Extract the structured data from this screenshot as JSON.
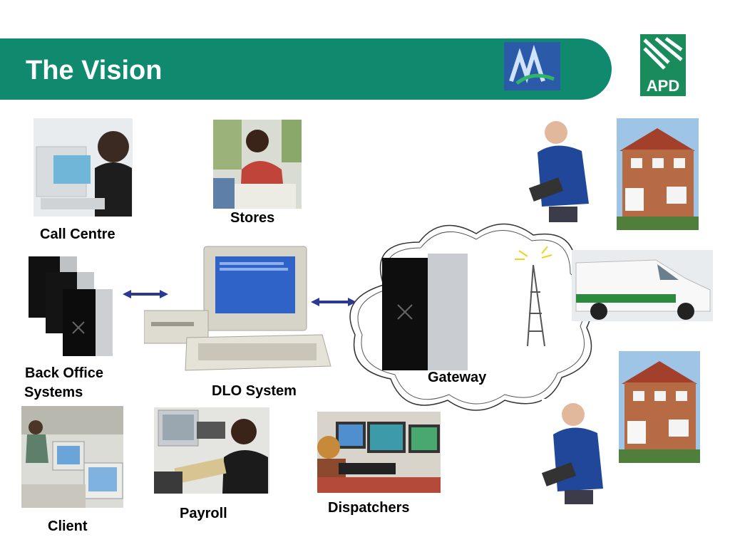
{
  "header": {
    "title": "The Vision",
    "logo_text": "APD"
  },
  "labels": {
    "call_centre": "Call Centre",
    "stores": "Stores",
    "back_office_line1": "Back Office",
    "back_office_line2": "Systems",
    "dlo_system": "DLO System",
    "gateway": "Gateway",
    "client": "Client",
    "payroll": "Payroll",
    "dispatchers": "Dispatchers"
  },
  "colors": {
    "banner": "#0f8a6e",
    "arrow": "#2b3990",
    "logo": "#1a8c5b"
  }
}
